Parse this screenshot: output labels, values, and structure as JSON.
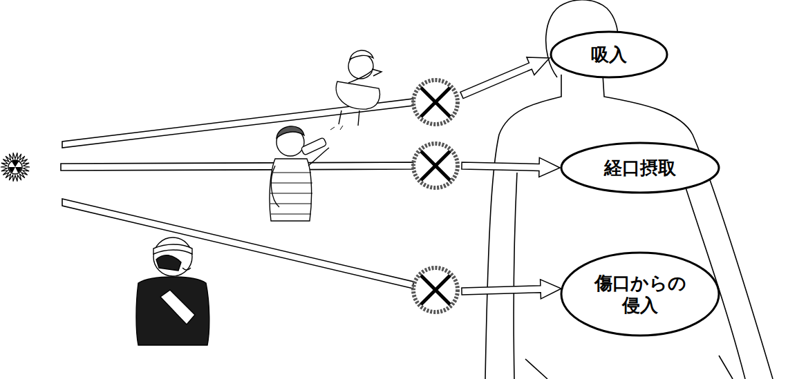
{
  "diagram": {
    "nodes": [
      {
        "text": [
          "吸入"
        ]
      },
      {
        "text": [
          "経口摂取"
        ]
      },
      {
        "text": [
          "傷口からの 侵入"
        ]
      }
    ]
  }
}
